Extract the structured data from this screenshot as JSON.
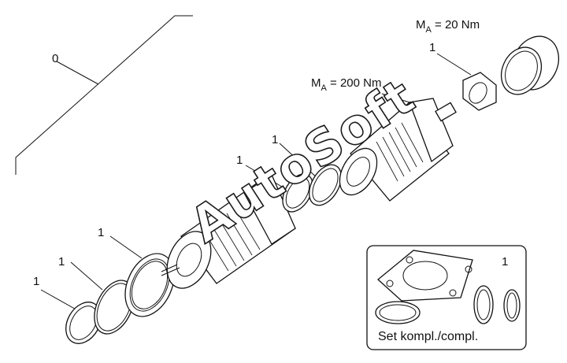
{
  "labels": {
    "assembly": "0",
    "part": "1",
    "torque_small_prefix": "M",
    "torque_small_sub": "A",
    "torque_small_value": " = 20 Nm",
    "torque_large_prefix": "M",
    "torque_large_sub": "A",
    "torque_large_value": " = 200 Nm"
  },
  "inset": {
    "part": "1",
    "caption": "Set kompl./compl."
  },
  "watermark": "AutoSoft"
}
